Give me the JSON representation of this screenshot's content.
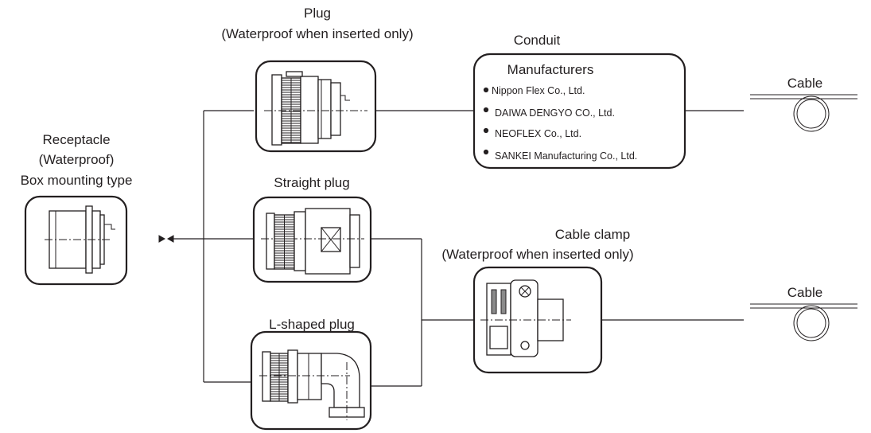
{
  "receptacle": {
    "label_lines": [
      "Receptacle",
      "(Waterproof)",
      "Box mounting type"
    ]
  },
  "plug": {
    "label_lines": [
      "Plug",
      "(Waterproof when inserted only)"
    ]
  },
  "straight_plug": {
    "label": "Straight plug"
  },
  "l_shaped_plug": {
    "label": "L-shaped plug"
  },
  "conduit": {
    "label": "Conduit",
    "heading": "Manufacturers",
    "manufacturers": [
      "Nippon Flex Co., Ltd.",
      "DAIWA DENGYO CO., Ltd.",
      "NEOFLEX Co., Ltd.",
      "SANKEI Manufacturing Co., Ltd."
    ]
  },
  "cable_clamp": {
    "label_lines": [
      "Cable clamp",
      "(Waterproof when inserted only)"
    ]
  },
  "cable_top": {
    "label": "Cable"
  },
  "cable_bottom": {
    "label": "Cable"
  }
}
